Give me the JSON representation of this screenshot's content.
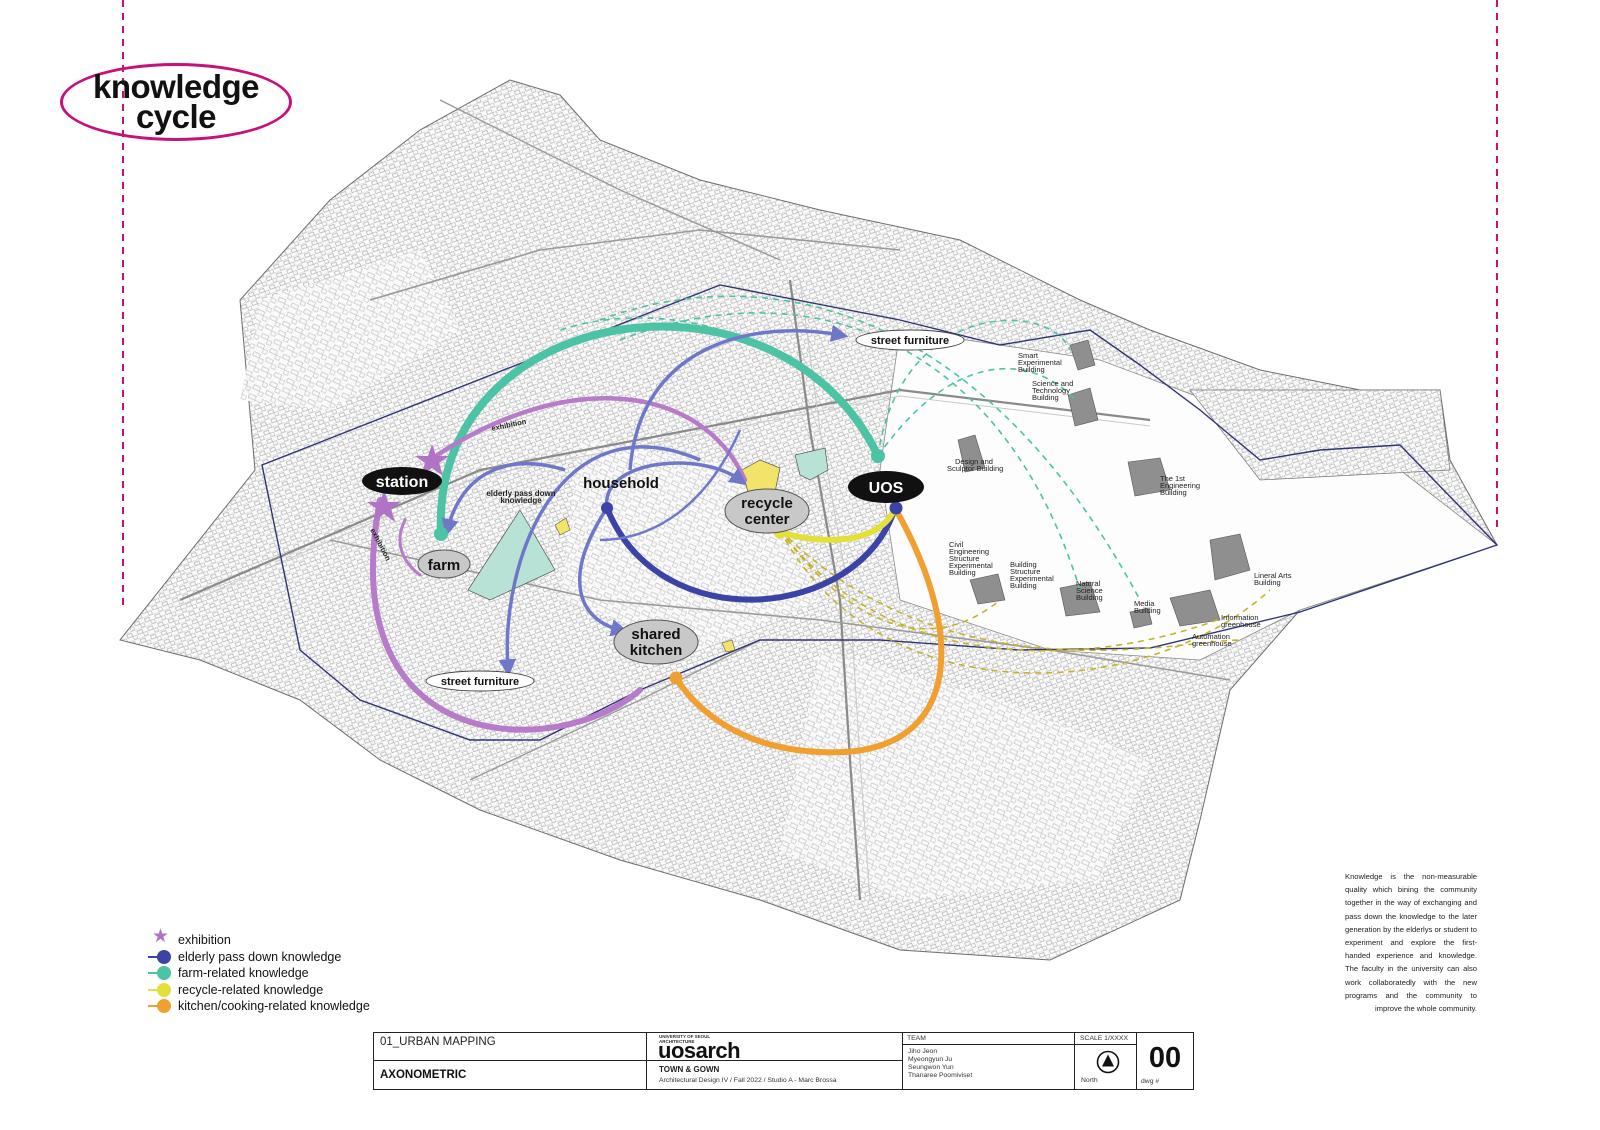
{
  "title": {
    "line1": "knowledge",
    "line2": "cycle"
  },
  "colors": {
    "accent": "#c8107a",
    "exhibition": "#b073c6",
    "elderly": "#3b44a6",
    "farm": "#4cc3a5",
    "recycle": "#e3e03a",
    "kitchen": "#f0a030",
    "park": "#b9e2d6",
    "recycle_bldg": "#f2e46a"
  },
  "nodes": {
    "station": "station",
    "household": "household",
    "farm": "farm",
    "recycle_center_1": "recycle",
    "recycle_center_2": "center",
    "uos": "UOS",
    "shared_kitchen_1": "shared",
    "shared_kitchen_2": "kitchen",
    "street_furniture_top": "street furniture",
    "street_furniture_bottom": "street furniture"
  },
  "annotations": {
    "exhibition_top": "exhibition",
    "exhibition_left": "exhibition",
    "elderly_1": "elderly pass down",
    "elderly_2": "knowledge"
  },
  "buildings": [
    [
      "Smart",
      "Experimental",
      "Building"
    ],
    [
      "Science and",
      "Technology",
      "Building"
    ],
    [
      "Design and",
      "Sculptor Building"
    ],
    [
      "The 1st",
      "Engineering",
      "Building"
    ],
    [
      "Civil",
      "Engineering",
      "Structure",
      "Experimental",
      "Building"
    ],
    [
      "Building",
      "Structure",
      "Experimental",
      "Building"
    ],
    [
      "Natural",
      "Science",
      "Building"
    ],
    [
      "Media",
      "Building"
    ],
    [
      "Lineral Arts",
      "Building"
    ],
    [
      "Information",
      "greenhouse"
    ],
    [
      "Automation",
      "greenhouse"
    ]
  ],
  "legend": [
    {
      "icon": "star-icon",
      "label": "exhibition"
    },
    {
      "icon": "dot",
      "color": "#3b44a6",
      "label": "elderly pass down knowledge"
    },
    {
      "icon": "dot",
      "color": "#4cc3a5",
      "label": "farm-related knowledge"
    },
    {
      "icon": "dot",
      "color": "#e3e03a",
      "label": "recycle-related knowledge"
    },
    {
      "icon": "dot",
      "color": "#f0a030",
      "label": "kitchen/cooking-related knowledge"
    }
  ],
  "description": "Knowledge is the non-measurable quality which bining the community together in the way of exchanging and pass down the knowledge to the later generation by the elderlys or student to experiment and explore the first-handed experience and knowledge. The faculty in the university can also work collaboratedly with the new programs and the community to improve the whole community.",
  "title_block": {
    "project_code": "01_URBAN MAPPING",
    "drawing_type": "AXONOMETRIC",
    "logo": "uosarch",
    "logo_small_1": "UNIVERSITY OF SEOUL",
    "logo_small_2": "ARCHITECTURE",
    "course": "TOWN & GOWN",
    "course_detail": "Architectural Design IV / Fall 2022 /  Studio A  - Marc Brossa",
    "team_label": "TEAM",
    "team": [
      "Jiho Jeon",
      "Myeongyun Ju",
      "Seungwon Yun",
      "Thanaree Poomiviset"
    ],
    "scale_label": "SCALE 1/XXXX",
    "north_label": "North",
    "dwg_number": "00",
    "dwg_label": "dwg #"
  }
}
